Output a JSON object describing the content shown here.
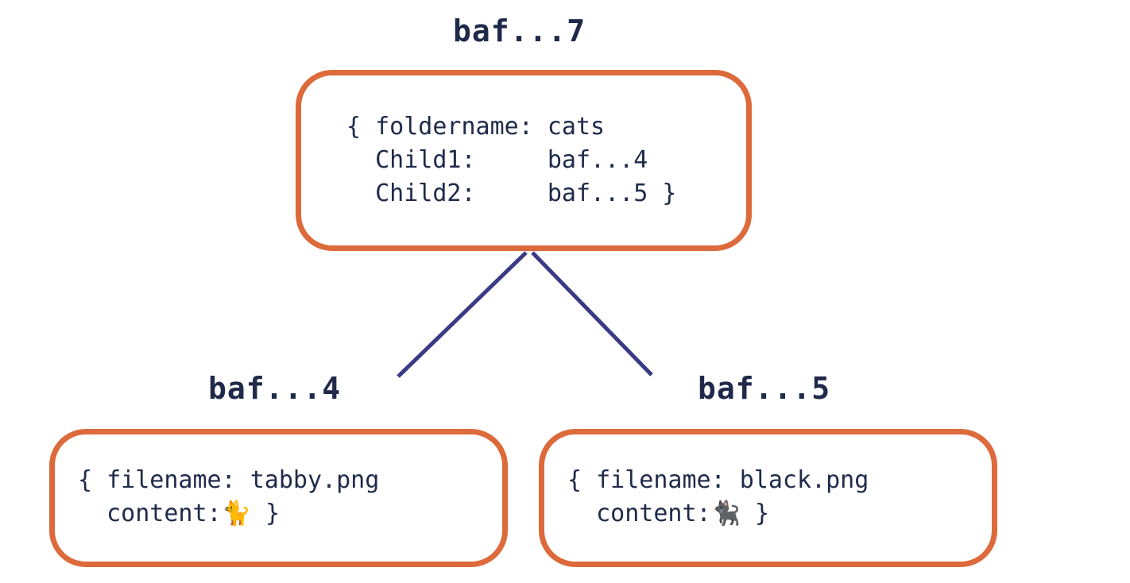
{
  "nodes": {
    "root": {
      "cid": "baf...7",
      "lines": [
        "{ foldername: cats",
        "  Child1:     baf...4",
        "  Child2:     baf...5 }"
      ]
    },
    "child_left": {
      "cid": "baf...4",
      "line1": "{ filename: tabby.png",
      "line2_prefix": "  content:",
      "line2_emoji": "🐈",
      "line2_suffix": " }"
    },
    "child_right": {
      "cid": "baf...5",
      "line1": "{ filename: black.png",
      "line2_prefix": "  content:",
      "line2_emoji": "🐈‍⬛",
      "line2_suffix": " }"
    }
  },
  "colors": {
    "box_border": "#dd6a3b",
    "text": "#1f2a4a",
    "edge": "#3a3a85"
  }
}
